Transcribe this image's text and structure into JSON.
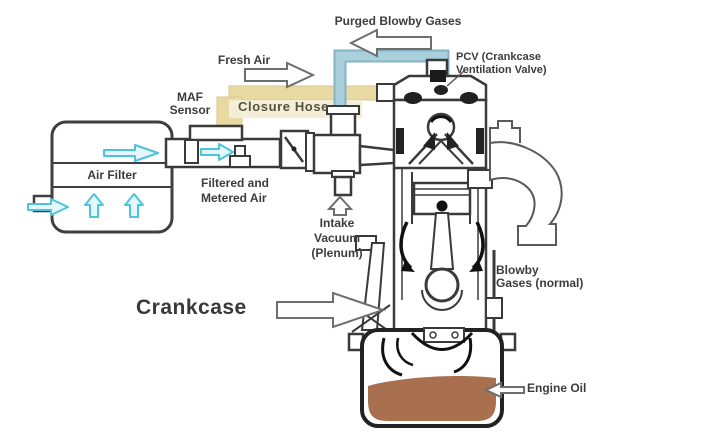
{
  "diagram": {
    "labels": {
      "purged_blowby_gases": "Purged Blowby Gases",
      "fresh_air": "Fresh Air",
      "pcv_line1": "PCV (Crankcase",
      "pcv_line2": "Ventilation Valve)",
      "maf_sensor": "MAF Sensor",
      "closure_hose": "Closure Hose",
      "air_filter": "Air Filter",
      "filtered_metered_air": "Filtered and Metered Air",
      "intake_vacuum_plenum": "Intake Vacuum (Plenum)",
      "crankcase": "Crankcase",
      "blowby_line1": "Blowby",
      "blowby_line2": "Gases (normal)",
      "engine_oil": "Engine Oil"
    },
    "colors": {
      "pcv_hose_blue": "#abd0dd",
      "pcv_hose_edge": "#86b3c4",
      "closure_hose_beige": "#e9d9a2",
      "closure_label_bg": "#f4eed8",
      "engine_oil_brown": "#a8704e",
      "flow_arrow_cyan": "#4fc3da",
      "flow_arrow_fill": "#e6f7fb",
      "line_art": "#3a3a3a"
    }
  }
}
